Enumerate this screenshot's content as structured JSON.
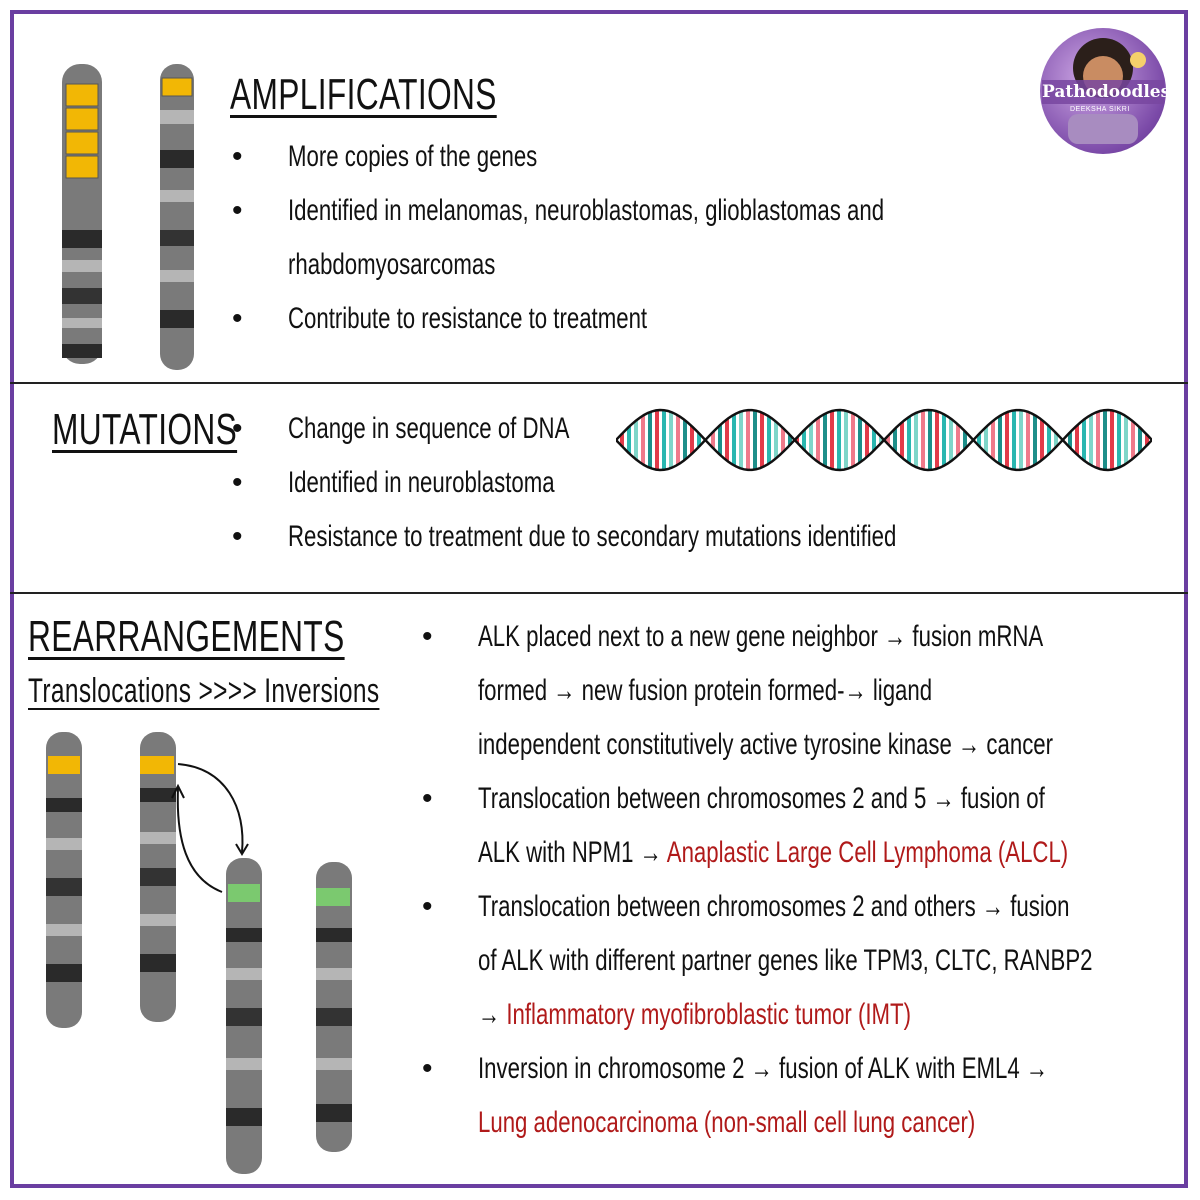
{
  "logo": {
    "name": "Pathodoodles",
    "author": "DEEKSHA SIKRI"
  },
  "amplifications": {
    "title": "AMPLIFICATIONS",
    "bullets": [
      "More copies of the genes",
      "Identified in melanomas, neuroblastomas, glioblastomas and",
      "rhabdomyosarcomas",
      "Contribute to resistance to treatment"
    ]
  },
  "mutations": {
    "title": "MUTATIONS",
    "bullets": [
      "Change in sequence of DNA",
      "Identified in neuroblastoma",
      "Resistance to treatment due to secondary mutations identified"
    ]
  },
  "rearrangements": {
    "title": "REARRANGEMENTS",
    "subtitle": "Translocations >>>> Inversions",
    "b1": {
      "l1": "ALK placed next to a new gene neighbor → fusion mRNA",
      "l2": "formed → new fusion protein formed-→ ligand",
      "l3": "independent constitutively active tyrosine kinase → cancer"
    },
    "b2": {
      "l1": "Translocation between chromosomes 2 and 5 → fusion of",
      "l2a": "ALK with NPM1 → ",
      "l2b": "Anaplastic Large Cell Lymphoma (ALCL)"
    },
    "b3": {
      "l1": "Translocation between chromosomes 2 and others → fusion",
      "l2": "of ALK with different partner genes like TPM3, CLTC, RANBP2",
      "l3a": "→ ",
      "l3b": "Inflammatory myofibroblastic tumor (IMT)"
    },
    "b4": {
      "l1": "Inversion in chromosome 2 → fusion of ALK with EML4 →",
      "l2": "Lung adenocarcinoma (non-small cell lung cancer)"
    }
  },
  "colors": {
    "frame": "#6a3ea1",
    "highlight_amplified": "#f2b705",
    "highlight_fusion": "#7bc96f",
    "disease_text": "#b01a1a"
  }
}
